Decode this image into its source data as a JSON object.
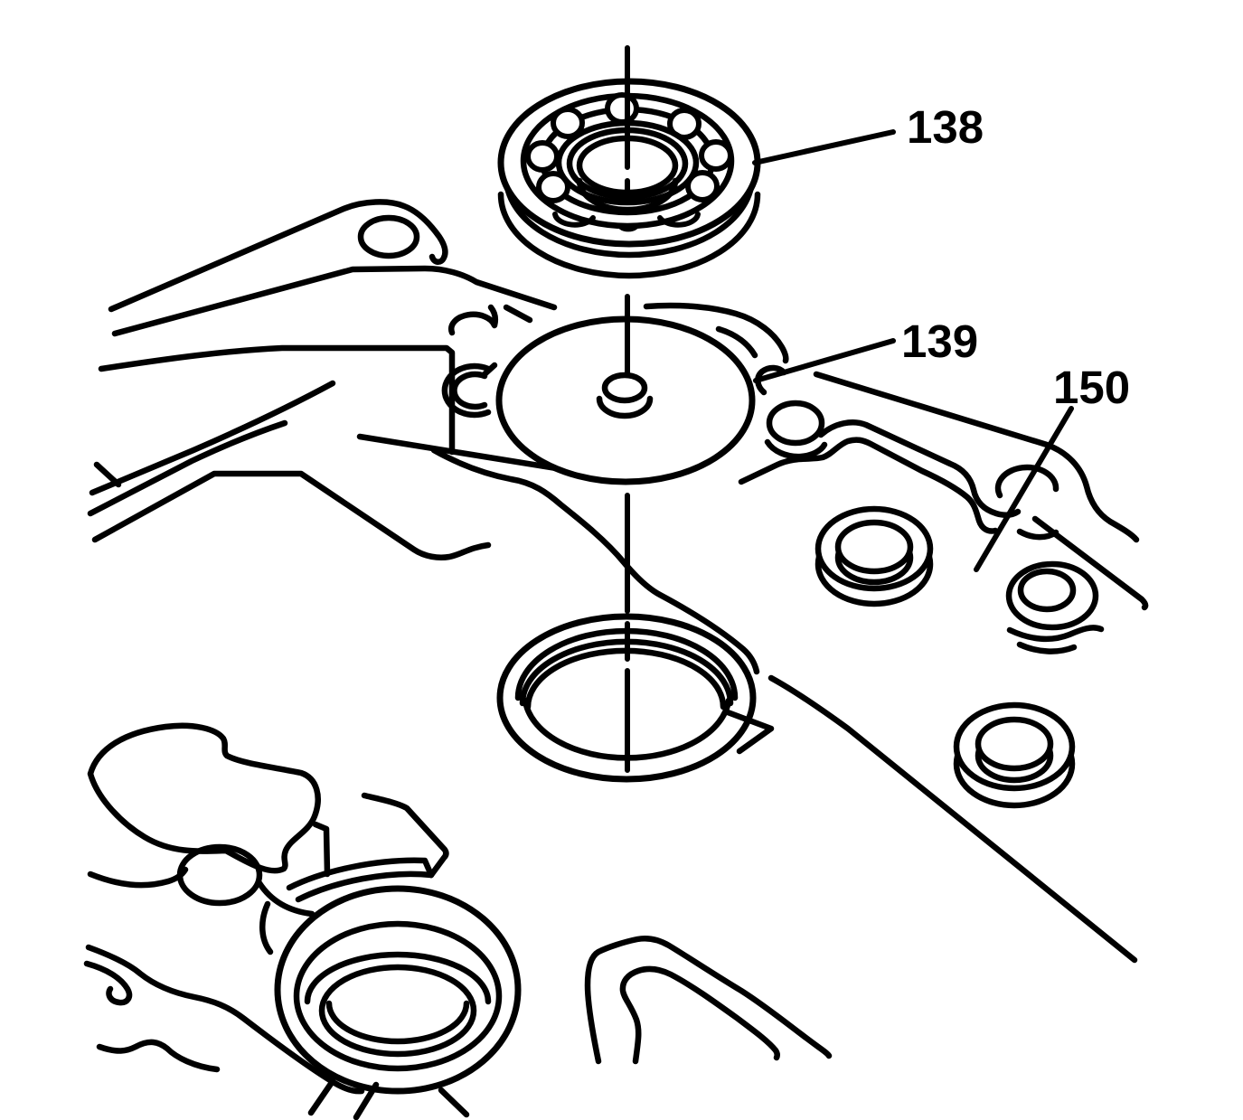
{
  "figure": {
    "type": "exploded-parts-line-diagram",
    "background": "#ffffff",
    "line_color": "#000000",
    "callouts": [
      {
        "label": "138"
      },
      {
        "label": "139"
      },
      {
        "label": "150"
      }
    ]
  }
}
